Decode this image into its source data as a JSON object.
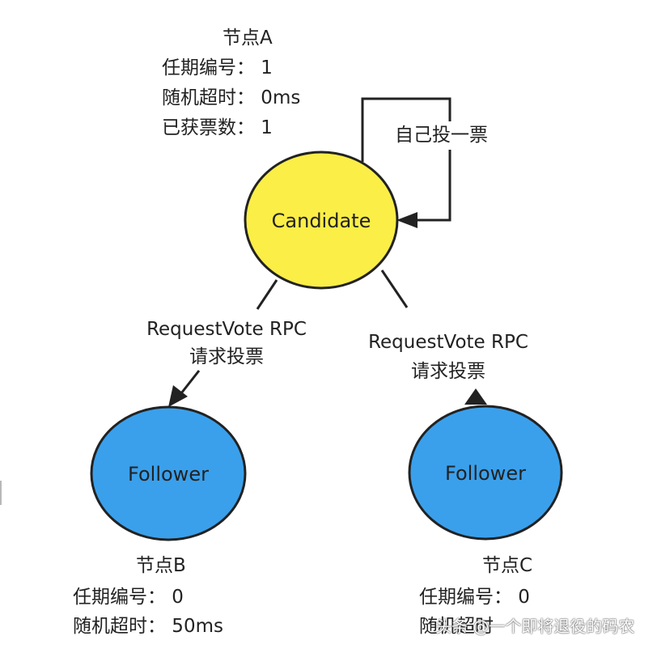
{
  "colors": {
    "candidate_fill": "#fbee47",
    "follower_fill": "#3aa0ec",
    "stroke": "#222222"
  },
  "node_a": {
    "title": "节点A",
    "term": "任期编号： 1",
    "timeout": "随机超时： 0ms",
    "votes": "已获票数： 1"
  },
  "self_vote_label": "自己投一票",
  "candidate": {
    "label": "Candidate"
  },
  "edge_left": {
    "line1": "RequestVote RPC",
    "line2": "请求投票"
  },
  "edge_right": {
    "line1": "RequestVote RPC",
    "line2": "请求投票"
  },
  "follower_b": {
    "label": "Follower"
  },
  "follower_c": {
    "label": "Follower"
  },
  "node_b": {
    "title": "节点B",
    "term": "任期编号： 0",
    "timeout": "随机超时： 50ms"
  },
  "node_c": {
    "title": "节点C",
    "term": "任期编号： 0",
    "timeout": "随机超时"
  },
  "watermark": "头条 @一个即将退役的码农"
}
